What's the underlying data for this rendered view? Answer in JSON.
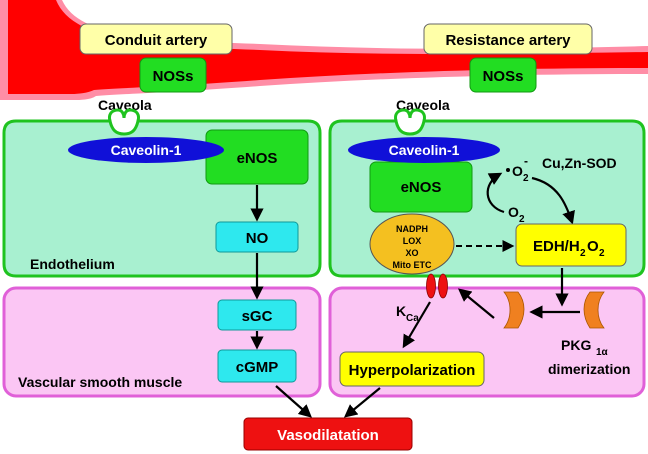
{
  "colors": {
    "artery_red": "#ff0000",
    "artery_outline": "#ff8da6",
    "endothelium_fill": "#a8f0d0",
    "endothelium_border": "#1fc31f",
    "smooth_muscle_fill": "#fbc6f4",
    "smooth_muscle_border": "#e060d8",
    "nos_green": "#22dd22",
    "label_yellow": "#ffffa8",
    "node_cyan": "#2ee8ee",
    "node_yellow": "#ffff00",
    "caveolin_blue": "#1010d8",
    "oxidase_gold": "#f4c020",
    "channel_red": "#ee1111",
    "pkg_orange": "#f08020",
    "vasodilatation_red": "#ee1111"
  },
  "labels": {
    "conduit_artery": "Conduit artery",
    "resistance_artery": "Resistance artery",
    "nos_left": "NOSs",
    "nos_right": "NOSs",
    "caveola_left": "Caveola",
    "caveola_right": "Caveola",
    "caveolin_left": "Caveolin-1",
    "caveolin_right": "Caveolin-1",
    "enos_left": "eNOS",
    "enos_right": "eNOS",
    "no": "NO",
    "endothelium": "Endothelium",
    "sgc": "sGC",
    "cgmp": "cGMP",
    "vascular_smooth_muscle": "Vascular smooth muscle",
    "superoxide_o": "O",
    "superoxide_sub": "2",
    "superoxide_sup": "-",
    "oxygen_o": "O",
    "oxygen_sub": "2",
    "sod": "Cu,Zn-SOD",
    "oxidase_lines": [
      "NADPH",
      "LOX",
      "XO",
      "Mito ETC"
    ],
    "edh_main": "EDH/H",
    "edh_sub": "2",
    "edh_o": "O",
    "edh_sub2": "2",
    "kca_main": "K",
    "kca_sub": "Ca",
    "hyperpolarization": "Hyperpolarization",
    "pkg_main": "PKG",
    "pkg_sub": "1α",
    "dimerization": "dimerization",
    "vasodilatation": "Vasodilatation"
  }
}
